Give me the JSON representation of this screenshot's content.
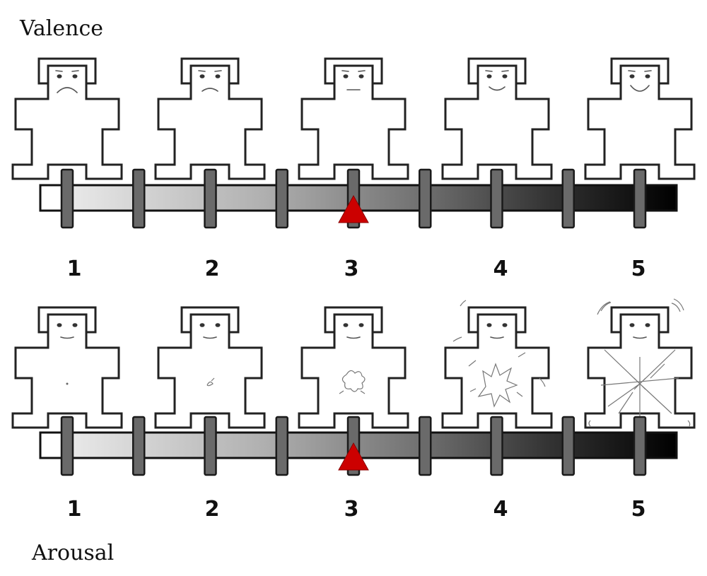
{
  "scales": [
    {
      "id": "valence",
      "label": "Valence",
      "numbers": [
        "1",
        "2",
        "3",
        "4",
        "5"
      ],
      "selected_value": 3,
      "expressions": [
        "very-unhappy",
        "unhappy",
        "neutral",
        "happy",
        "very-happy"
      ]
    },
    {
      "id": "arousal",
      "label": "Arousal",
      "numbers": [
        "1",
        "2",
        "3",
        "4",
        "5"
      ],
      "selected_value": 3,
      "expressions": [
        "calm",
        "slightly-aroused",
        "moderately-aroused",
        "aroused",
        "very-aroused"
      ]
    }
  ],
  "colors": {
    "marker": "#cc0000",
    "post": "#6a6a6a",
    "outline": "#222222"
  }
}
